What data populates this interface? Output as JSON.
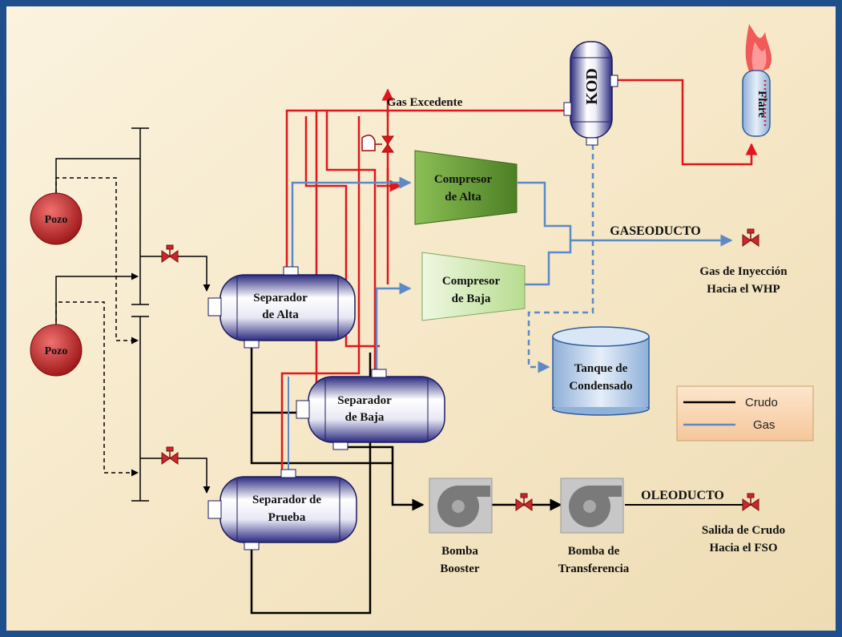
{
  "labels": {
    "pozo_top": "Pozo",
    "pozo_bottom": "Pozo",
    "sep_alta_1": "Separador",
    "sep_alta_2": "de Alta",
    "sep_baja_1": "Separador",
    "sep_baja_2": "de Baja",
    "sep_prueba_1": "Separador de",
    "sep_prueba_2": "Prueba",
    "comp_alta_1": "Compresor",
    "comp_alta_2": "de Alta",
    "comp_baja_1": "Compresor",
    "comp_baja_2": "de Baja",
    "kod": "KOD",
    "flare": "Flare",
    "gas_excedente": "Gas Excedente",
    "gaseoducto": "GASEODUCTO",
    "gas_iny_1": "Gas de Inyección",
    "gas_iny_2": "Hacia el WHP",
    "tanque_1": "Tanque de",
    "tanque_2": "Condensado",
    "oleoducto": "OLEODUCTO",
    "salida_1": "Salida de Crudo",
    "salida_2": "Hacia el  FSO",
    "booster_1": "Bomba",
    "booster_2": "Booster",
    "transfer_1": "Bomba de",
    "transfer_2": "Transferencia"
  },
  "legend": {
    "items": [
      {
        "label": "Crudo",
        "color": "#000000"
      },
      {
        "label": "Gas",
        "color": "#5b8ac6"
      }
    ]
  },
  "colors": {
    "frame": "#1f4e8c",
    "crudo_line": "#000000",
    "gas_line": "#5b8ac6",
    "flare_line": "#e0161c",
    "pozo": "#c8282a",
    "vessel": "#3a3a8e",
    "comp_alta": "#6ea23a",
    "comp_baja": "#c9e6a6"
  }
}
